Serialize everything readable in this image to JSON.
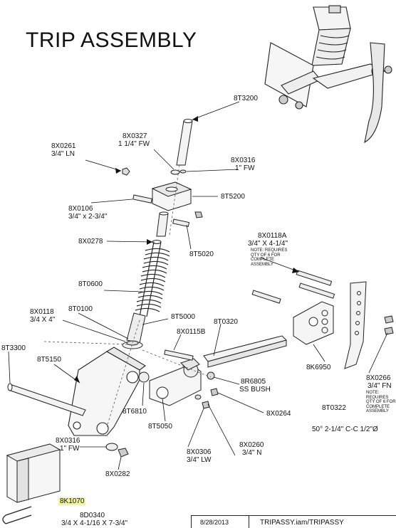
{
  "title": "TRIP ASSEMBLY",
  "parts": {
    "p8T3200": "8T3200",
    "p8X0327_a": "8X0327",
    "p8X0327_b": "1 1/4\" FW",
    "p8X0261_a": "8X0261",
    "p8X0261_b": "3/4\" LN",
    "p8X0316_top_a": "8X0316",
    "p8X0316_top_b": "1\" FW",
    "p8T5200": "8T5200",
    "p8X0106_a": "8X0106",
    "p8X0106_b": "3/4\" x 2-3/4\"",
    "p8X0278": "8X0278",
    "p8T5020": "8T5020",
    "p8X0118A_a": "8X0118A",
    "p8X0118A_b": "3/4\" X 4-1/4\"",
    "p8T0600": "8T0600",
    "p8X0118_a": "8X0118",
    "p8X0118_b": "3/4 X 4\"",
    "p8T0100": "8T0100",
    "p8T5000": "8T5000",
    "p8T0320": "8T0320",
    "p8X0115B": "8X0115B",
    "p8T3300": "8T3300",
    "p8T5150": "8T5150",
    "p8K6950": "8K6950",
    "p8X0266_a": "8X0266",
    "p8X0266_b": "3/4\" FN",
    "p8R6805_a": "8R6805",
    "p8R6805_b": "SS BUSH",
    "p8T6810": "8T6810",
    "p8X0264": "8X0264",
    "p8T0322": "8T0322",
    "p8T5050": "8T5050",
    "p8X0316_bot_a": "8X0316",
    "p8X0316_bot_b": "1\" FW",
    "p8X0306_a": "8X0306",
    "p8X0306_b": "3/4\" LW",
    "p8X0260_a": "8X0260",
    "p8X0260_b": "3/4\" N",
    "p8X0282": "8X0282",
    "p8K1070": "8K1070",
    "p8D0340_a": "8D0340",
    "p8D0340_b": "3/4 X 4-1/16 X 7-3/4\""
  },
  "notes": {
    "note_a": "NOTE: REQUIRES\nQTY OF 6 FOR\nCOMPLETE\nASSEMBLY",
    "note_b": "NOTE: REQUIRES\nQTY OF 6 FOR\nCOMPLETE\nASSEMBLY"
  },
  "spacing": "50° 2-1/4\" C-C 1/2\"Ø",
  "footer": {
    "date": "8/28/2013",
    "file": "TRIPASSY.iam/TRIPASSY"
  }
}
